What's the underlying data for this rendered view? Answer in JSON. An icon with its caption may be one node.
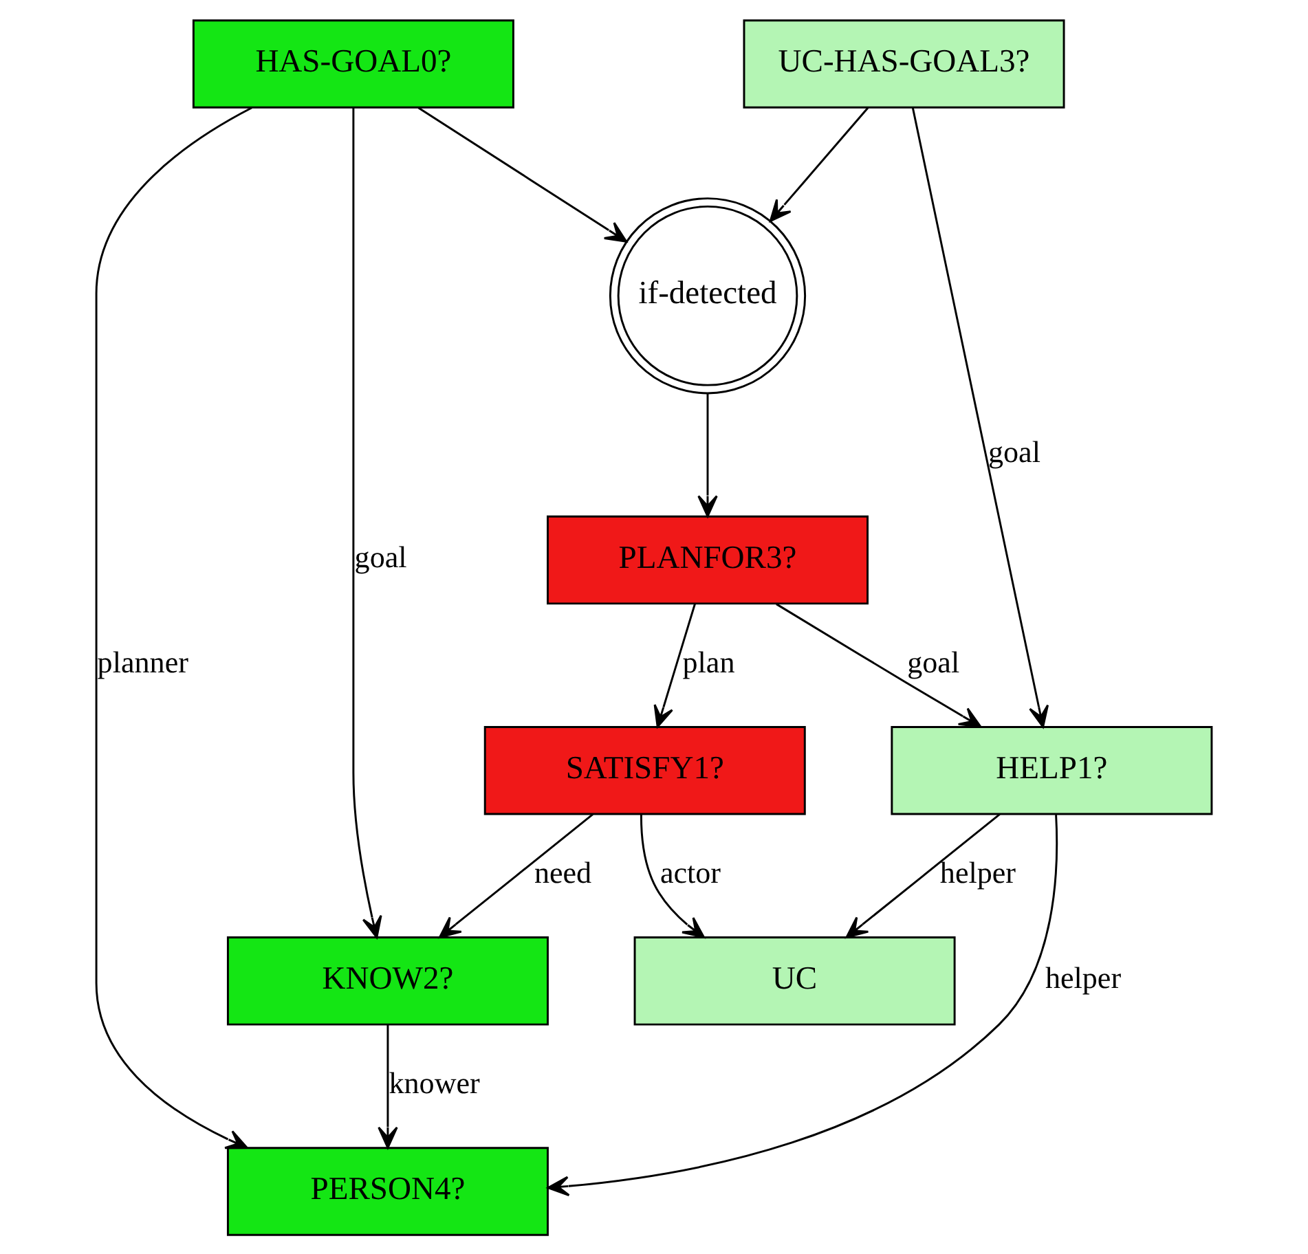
{
  "diagram": {
    "nodes": [
      {
        "text": [
          "if-detected"
        ]
      },
      {
        "text": [
          "UC-HAS-GOAL3?"
        ]
      },
      {
        "text": [
          "PLANFOR3?"
        ]
      },
      {
        "text": [
          "HAS-GOAL0?"
        ]
      },
      {
        "text": [
          "SATISFY1?"
        ]
      },
      {
        "text": [
          "KNOW2?"
        ]
      },
      {
        "text": [
          "UC"
        ]
      },
      {
        "text": [
          "PERSON4?"
        ]
      },
      {
        "text": [
          "HELP1?"
        ]
      }
    ],
    "edges": [
      {
        "from": 1,
        "to": 0,
        "arrow": "to"
      },
      {
        "from": 0,
        "to": 2,
        "arrow": "to"
      },
      {
        "from": 3,
        "to": 0,
        "arrow": "to"
      },
      {
        "from": 2,
        "to": 4,
        "arrow": "to",
        "label": "plan"
      },
      {
        "from": 1,
        "to": 8,
        "arrow": "to",
        "label": "goal"
      },
      {
        "from": 2,
        "to": 8,
        "arrow": "to",
        "label": "goal"
      },
      {
        "from": 4,
        "to": 6,
        "arrow": "to",
        "label": "actor"
      },
      {
        "from": 4,
        "to": 5,
        "arrow": "to",
        "label": "need"
      },
      {
        "from": 3,
        "to": 5,
        "arrow": "to",
        "label": "goal"
      },
      {
        "from": 3,
        "to": 7,
        "arrow": "to",
        "label": "planner"
      },
      {
        "from": 5,
        "to": 7,
        "arrow": "to",
        "label": "knower"
      },
      {
        "from": 8,
        "to": 6,
        "arrow": "to",
        "label": "helper"
      },
      {
        "from": 8,
        "to": 7,
        "arrow": "to",
        "label": "helper"
      }
    ]
  }
}
